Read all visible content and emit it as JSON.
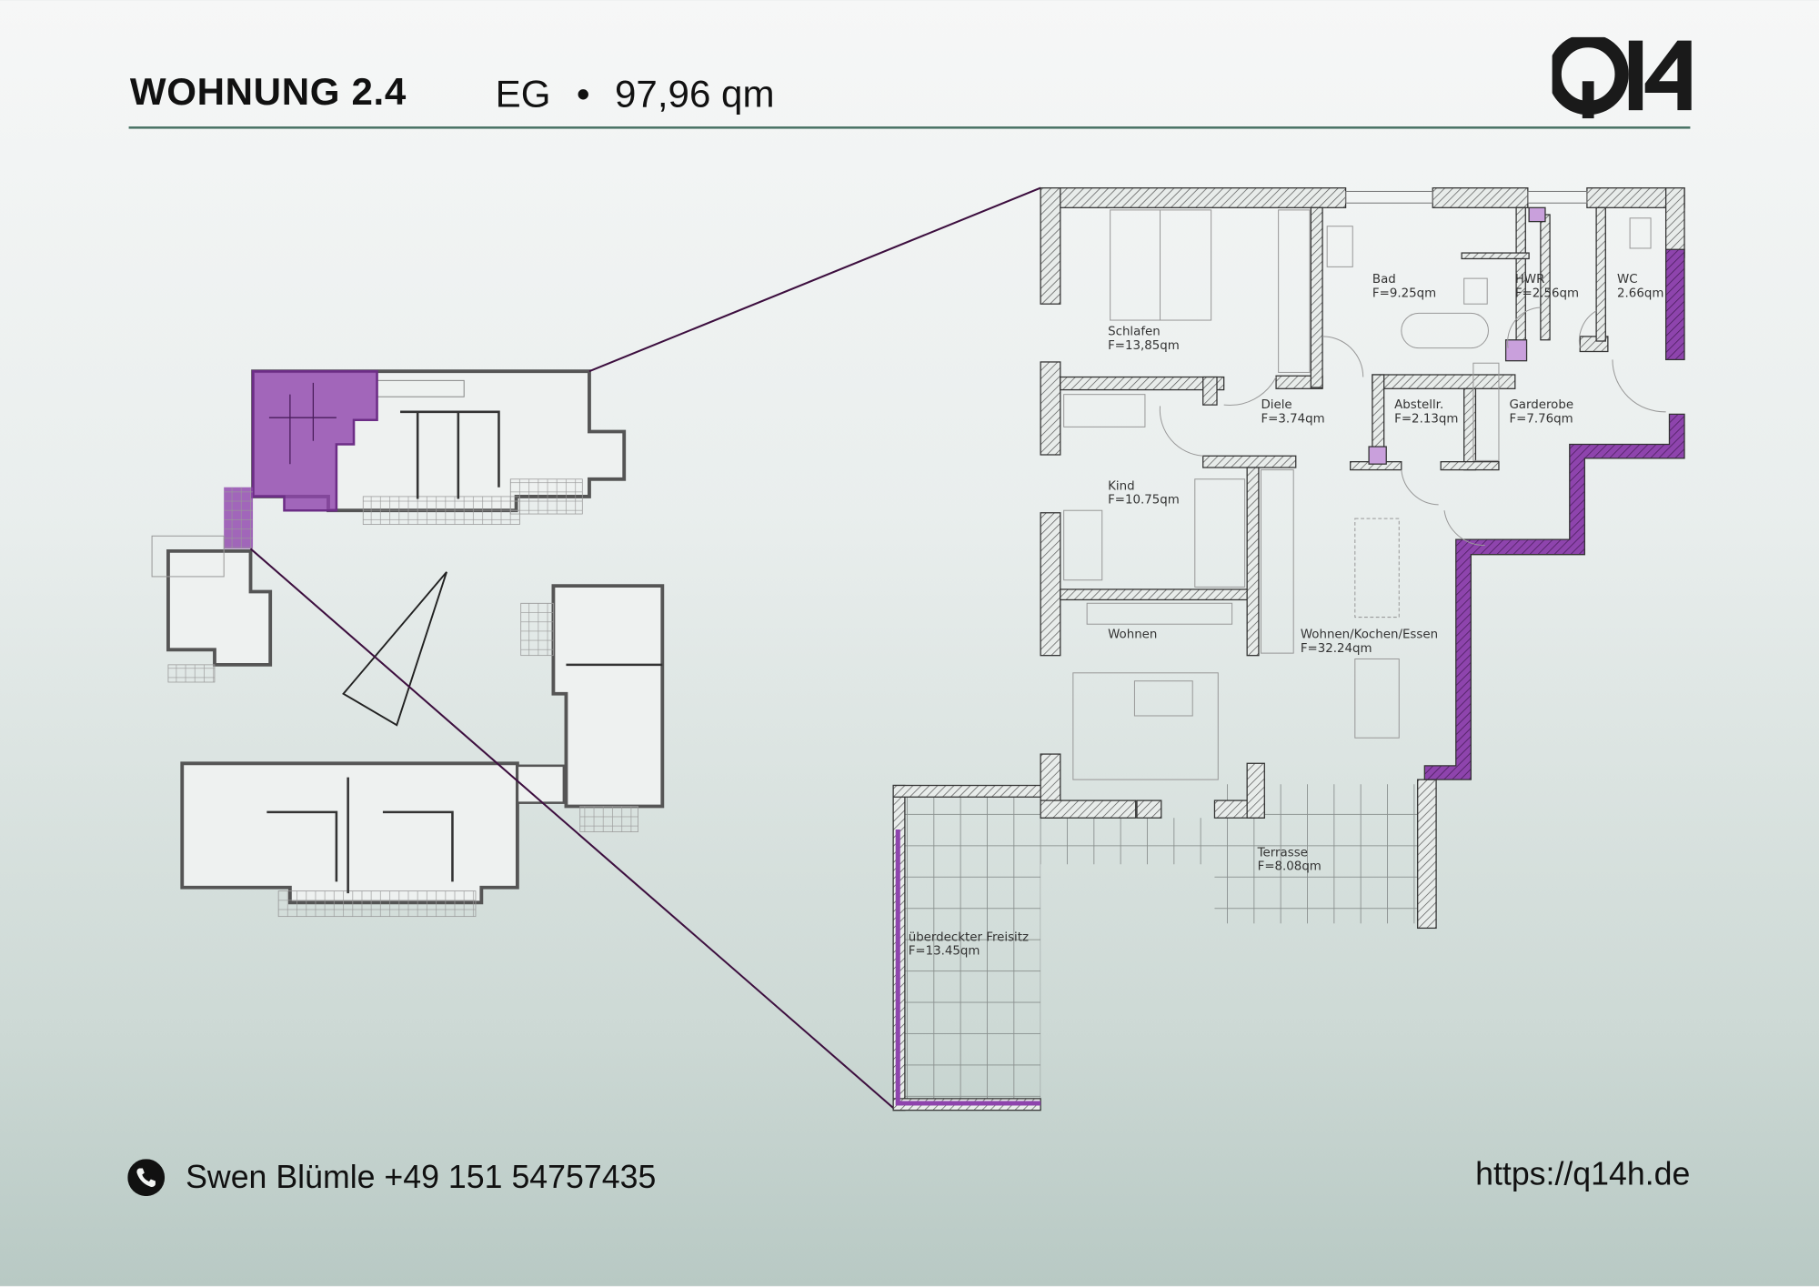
{
  "header": {
    "title": "WOHNUNG 2.4",
    "floor": "EG",
    "separator": "•",
    "area": "97,96 qm",
    "logo_text": "Q14"
  },
  "colors": {
    "accent": "#8e44ad",
    "rule": "#4a7466",
    "wall": "#3a3a3a"
  },
  "floorplan": {
    "rooms": [
      {
        "name": "Schlafen",
        "area": "F=13,85qm"
      },
      {
        "name": "Bad",
        "area": "F=9.25qm"
      },
      {
        "name": "HWR",
        "area": "F=2.56qm"
      },
      {
        "name": "WC",
        "area": "2.66qm"
      },
      {
        "name": "Diele",
        "area": "F=3.74qm"
      },
      {
        "name": "Abstellr.",
        "area": "F=2.13qm"
      },
      {
        "name": "Garderobe",
        "area": "F=7.76qm"
      },
      {
        "name": "Kind",
        "area": "F=10.75qm"
      },
      {
        "name": "Wohnen",
        "area": ""
      },
      {
        "name": "Wohnen/Kochen/Essen",
        "area": "F=32.24qm"
      },
      {
        "name": "Terrasse",
        "area": "F=8.08qm"
      },
      {
        "name": "überdeckter Freisitz",
        "area": "F=13.45qm"
      }
    ]
  },
  "footer": {
    "phone_icon": "phone-icon",
    "contact": "Swen Blümle +49 151 54757435",
    "url": "https://q14h.de"
  }
}
